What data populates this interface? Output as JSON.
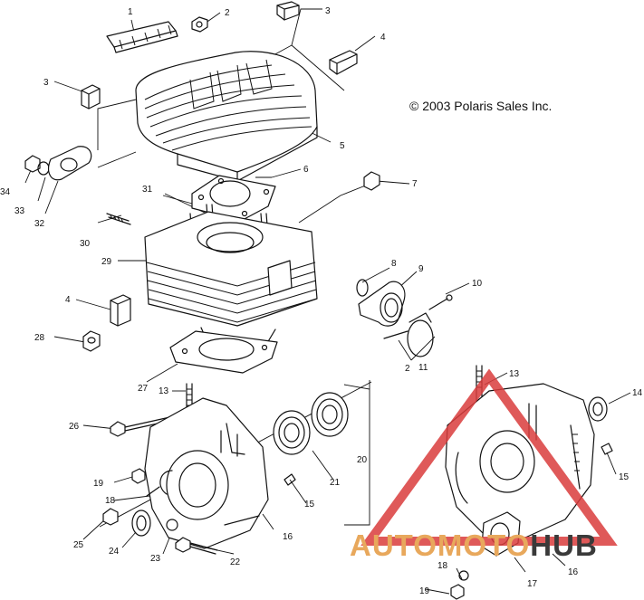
{
  "copyright": "© 2003 Polaris Sales Inc.",
  "watermark": {
    "parts": [
      "AUTO",
      "MOTO",
      "HUB"
    ],
    "colors": {
      "auto": "#e8a85c",
      "moto": "#e8a85c",
      "hub": "#3a3a3a",
      "triangle": "#d93c3c"
    }
  },
  "callouts": [
    "1",
    "2",
    "3",
    "3",
    "4",
    "5",
    "6",
    "7",
    "8",
    "9",
    "10",
    "11",
    "2",
    "13",
    "13",
    "14",
    "15",
    "15",
    "16",
    "16",
    "17",
    "18",
    "18",
    "19",
    "19",
    "20",
    "21",
    "22",
    "23",
    "24",
    "25",
    "26",
    "27",
    "28",
    "4",
    "29",
    "30",
    "31",
    "32",
    "33",
    "34"
  ]
}
